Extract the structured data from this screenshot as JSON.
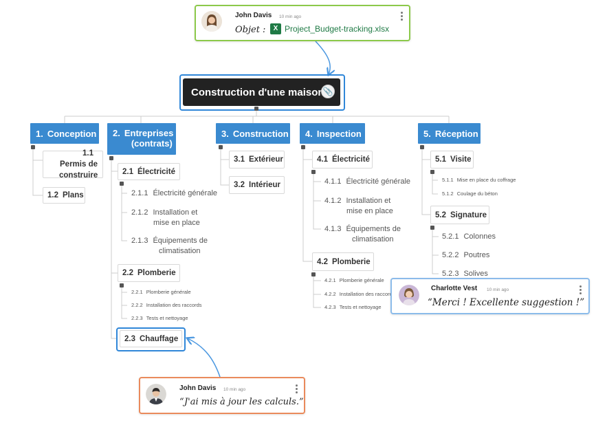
{
  "root": {
    "title": "Construction d'une maison",
    "attachment_icon": "paperclip-icon"
  },
  "topics": [
    {
      "num": "1.",
      "label": "Conception",
      "children": [
        {
          "num": "1.1",
          "label": "Permis de construire"
        },
        {
          "num": "1.2",
          "label": "Plans"
        }
      ]
    },
    {
      "num": "2.",
      "label_line1": "Entreprises",
      "label_line2": "(contrats)",
      "children": [
        {
          "num": "2.1",
          "label": "Électricité",
          "leaves": [
            {
              "num": "2.1.1",
              "label": "Électricité générale"
            },
            {
              "num": "2.1.2",
              "line1": "Installation et",
              "line2": "mise en place"
            },
            {
              "num": "2.1.3",
              "line1": "Équipements de",
              "line2": "climatisation"
            }
          ]
        },
        {
          "num": "2.2",
          "label": "Plomberie",
          "leaves": [
            {
              "num": "2.2.1",
              "label": "Plomberie générale"
            },
            {
              "num": "2.2.2",
              "label": "Installation des raccords"
            },
            {
              "num": "2.2.3",
              "label": "Tests et nettoyage"
            }
          ]
        },
        {
          "num": "2.3",
          "label": "Chauffage"
        }
      ]
    },
    {
      "num": "3.",
      "label": "Construction",
      "children": [
        {
          "num": "3.1",
          "label": "Extérieur"
        },
        {
          "num": "3.2",
          "label": "Intérieur"
        }
      ]
    },
    {
      "num": "4.",
      "label": "Inspection",
      "children": [
        {
          "num": "4.1",
          "label": "Électricité",
          "leaves": [
            {
              "num": "4.1.1",
              "label": "Électricité générale"
            },
            {
              "num": "4.1.2",
              "line1": "Installation et",
              "line2": "mise en place"
            },
            {
              "num": "4.1.3",
              "line1": "Équipements de",
              "line2": "climatisation"
            }
          ]
        },
        {
          "num": "4.2",
          "label": "Plomberie",
          "leaves": [
            {
              "num": "4.2.1",
              "label": "Plomberie générale"
            },
            {
              "num": "4.2.2",
              "label": "Installation des raccords"
            },
            {
              "num": "4.2.3",
              "label": "Tests et nettoyage"
            }
          ]
        }
      ]
    },
    {
      "num": "5.",
      "label": "Réception",
      "children": [
        {
          "num": "5.1",
          "label": "Visite",
          "leaves": [
            {
              "num": "5.1.1",
              "label": "Mise en place du coffrage"
            },
            {
              "num": "5.1.2",
              "label": "Coulage du béton"
            }
          ]
        },
        {
          "num": "5.2",
          "label": "Signature",
          "leaves": [
            {
              "num": "5.2.1",
              "label": "Colonnes"
            },
            {
              "num": "5.2.2",
              "label": "Poutres"
            },
            {
              "num": "5.2.3",
              "label": "Solives"
            }
          ]
        }
      ]
    }
  ],
  "comments": [
    {
      "author": "John Davis",
      "time": "10 min ago",
      "prefix": "Objet :",
      "file_icon": "excel-icon",
      "file_icon_letter": "X",
      "file": "Project_Budget-tracking.xlsx",
      "border_color": "#8cc94a"
    },
    {
      "author": "Charlotte Vest",
      "time": "10 min ago",
      "text": "“Merci ! Excellente suggestion !”",
      "border_color": "#8bbbea"
    },
    {
      "author": "John Davis",
      "time": "10 min ago",
      "text": "“J'ai mis à jour les calculs.”",
      "border_color": "#ea8a5b"
    }
  ],
  "colors": {
    "topic": "#3a8ad0",
    "root": "#222222",
    "selection": "#2f86d8",
    "connector": "#cccccc"
  }
}
